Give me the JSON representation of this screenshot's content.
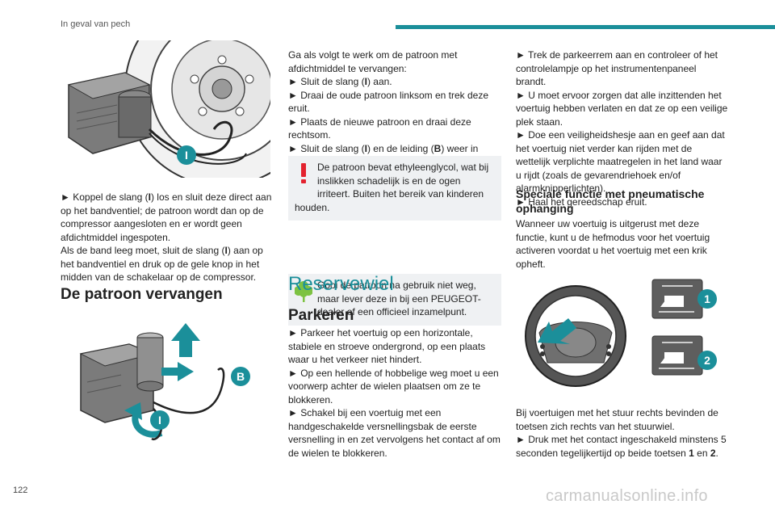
{
  "header": {
    "section_title": "In geval van pech",
    "accent_color": "#1b8f9a"
  },
  "page_number": "122",
  "watermark": "carmanualsonline.info",
  "col1": {
    "fig1": {
      "label_i": "I"
    },
    "p1_a": "► Koppel de slang (",
    "p1_b": "I",
    "p1_c": ") los en sluit deze direct aan op het bandventiel; de patroon wordt dan op de compressor aangesloten en er wordt geen afdichtmiddel ingespoten.",
    "p2_a": "Als de band leeg moet, sluit de slang (",
    "p2_b": "I",
    "p2_c": ") aan op het bandventiel en druk op de gele knop in het midden van de schakelaar op de compressor.",
    "heading": "De patroon vervangen",
    "fig2": {
      "label_b": "B",
      "label_i": "I"
    }
  },
  "col2": {
    "intro": "Ga als volgt te werk om de patroon met afdichtmiddel te vervangen:",
    "s1_a": "► Sluit de slang (",
    "s1_b": "I",
    "s1_c": ") aan.",
    "s2": "► Draai de oude patroon linksom en trek deze eruit.",
    "s3": "► Plaats de nieuwe patroon en draai deze rechtsom.",
    "s4_a": "► Sluit de slang (",
    "s4_b": "I",
    "s4_c": ") en de leiding (",
    "s4_d": "B",
    "s4_e": ") weer in positie aan.",
    "warning": "De patroon bevat ethyleenglycol, wat bij inslikken schadelijk is en de ogen irriteert. Buiten het bereik van kinderen houden.",
    "eco": "Gooi de patroon na gebruik niet weg, maar lever deze in bij een PEUGEOT-dealer of een officieel inzamelpunt.",
    "section": "Reservewiel",
    "subheading": "Parkeren",
    "p1": "► Parkeer het voertuig op een horizontale, stabiele en stroeve ondergrond, op een plaats waar u het verkeer niet hindert.",
    "p2": "► Op een hellende of hobbelige weg moet u een voorwerp achter de wielen plaatsen om ze te blokkeren.",
    "p3": "► Schakel bij een voertuig met een handgeschakelde versnellingsbak de eerste versnelling in en zet vervolgens het contact af om de wielen te blokkeren.",
    "warning_color": "#e3232f",
    "eco_color": "#7dc242"
  },
  "col3": {
    "p1": "► Trek de parkeerrem aan en controleer of het controlelampje op het instrumentenpaneel brandt.",
    "p2": "► U moet ervoor zorgen dat alle inzittenden het voertuig hebben verlaten en dat ze op een veilige plek staan.",
    "p3": "► Doe een veiligheidshesje aan en geef aan dat het voertuig niet verder kan rijden met de wettelijk verplichte maatregelen in het land waar u rijdt (zoals de gevarendriehoek en/of alarmknipperlichten).",
    "p4": "► Haal het gereedschap eruit.",
    "heading": "Speciale functie met pneumatische ophanging",
    "intro": "Wanneer uw voertuig is uitgerust met deze functie, kunt u de hefmodus voor het voertuig activeren voordat u het voertuig met een krik opheft.",
    "fig": {
      "label_1": "1",
      "label_2": "2"
    },
    "p5": "Bij voertuigen met het stuur rechts bevinden de toetsen zich rechts van het stuurwiel.",
    "p6_a": "► Druk met het contact ingeschakeld minstens 5 seconden tegelijkertijd op beide toetsen ",
    "p6_b": "1",
    "p6_c": " en ",
    "p6_d": "2",
    "p6_e": "."
  }
}
